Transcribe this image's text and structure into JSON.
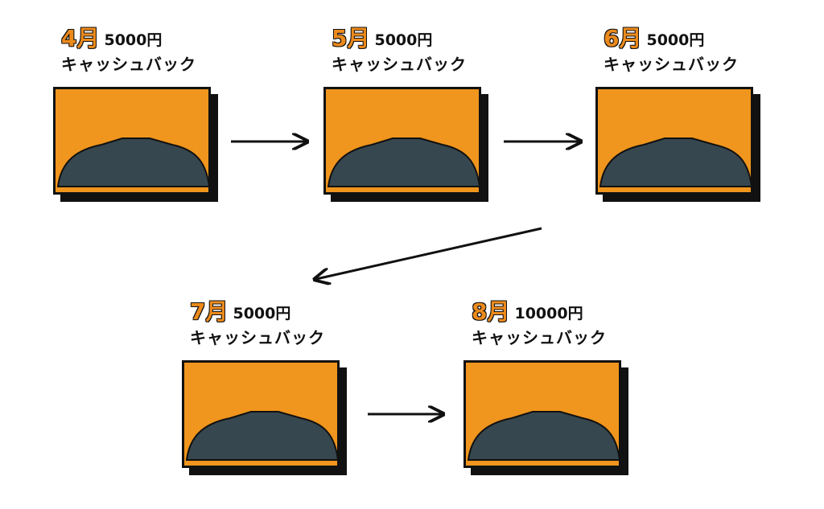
{
  "steps": [
    {
      "month": "4月",
      "amount": "5000円",
      "label": "キャッシュバック"
    },
    {
      "month": "5月",
      "amount": "5000円",
      "label": "キャッシュバック"
    },
    {
      "month": "6月",
      "amount": "5000円",
      "label": "キャッシュバック"
    },
    {
      "month": "7月",
      "amount": "5000円",
      "label": "キャッシュバック"
    },
    {
      "month": "8月",
      "amount": "10000円",
      "label": "キャッシュバック"
    }
  ],
  "colors": {
    "accent": "#f0951d",
    "month_text": "#ec8a1c",
    "outline": "#111111",
    "tie": "#c0161b",
    "suit": "#37474f"
  },
  "icons": [
    "arrow-right-icon",
    "arrow-down-left-icon",
    "businessman-holding-money-illustration"
  ]
}
